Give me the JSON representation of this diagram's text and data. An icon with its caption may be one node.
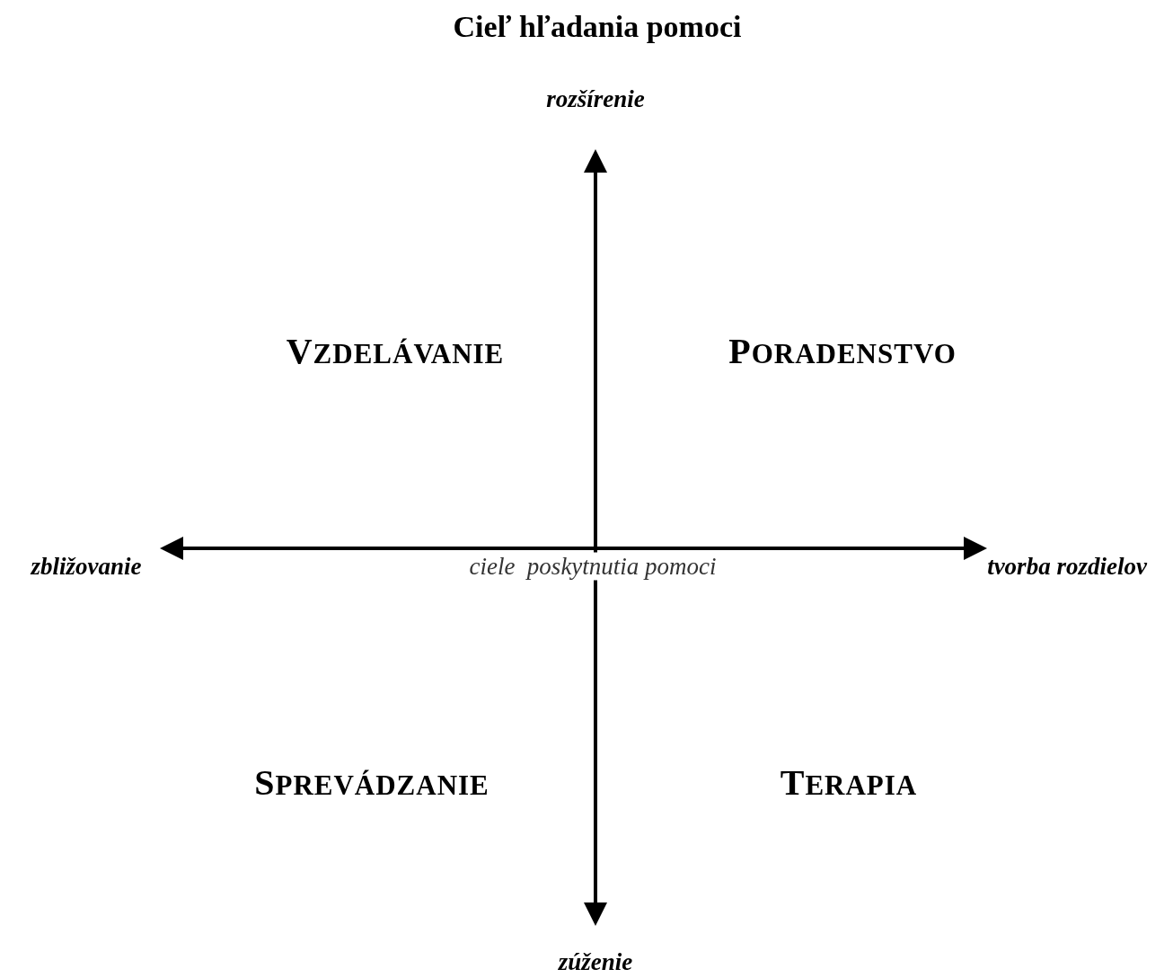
{
  "diagram": {
    "title": "Cieľ hľadania pomoci",
    "labels": [
      "rozšírenie",
      "VZDELÁVANIE",
      "PORADENSTVO",
      "zbližovanie",
      "ciele  poskytnutia pomoci",
      "tvorba rozdielov",
      "SPREVÁDZANIE",
      "TERAPIA",
      "zúženie"
    ]
  }
}
